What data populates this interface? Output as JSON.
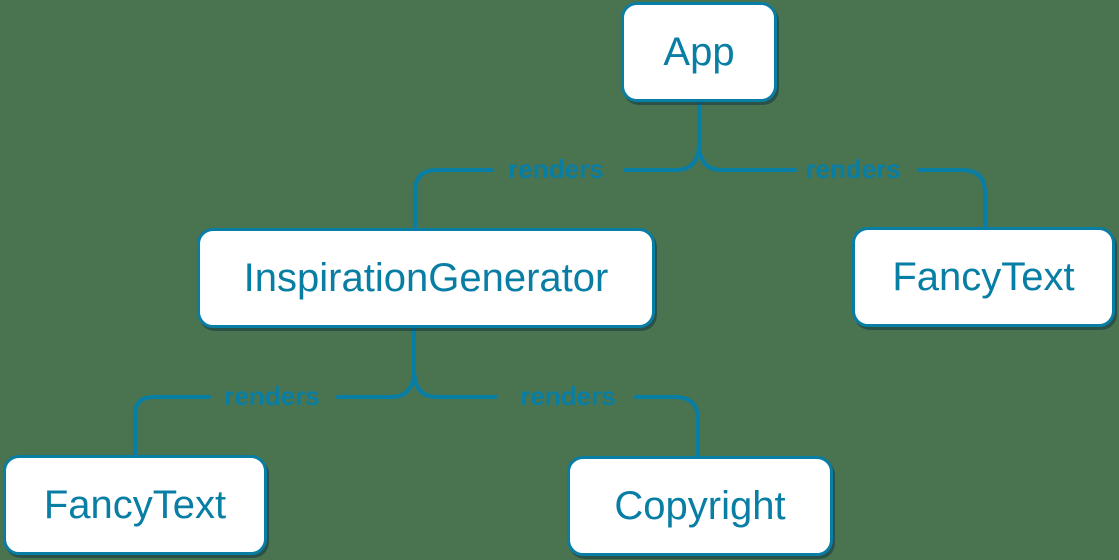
{
  "theme": {
    "background": "#4a7350",
    "accent": "#087ea4",
    "node_bg": "#ffffff",
    "shadow": "rgba(8,42,62,0.45)"
  },
  "diagram": {
    "nodes": [
      {
        "id": "app",
        "label": "App"
      },
      {
        "id": "inspiration-generator",
        "label": "InspirationGenerator"
      },
      {
        "id": "fancy-text-right",
        "label": "FancyText"
      },
      {
        "id": "fancy-text-left",
        "label": "FancyText"
      },
      {
        "id": "copyright",
        "label": "Copyright"
      }
    ],
    "edges": [
      {
        "from": "App",
        "to": "InspirationGenerator",
        "label": "renders"
      },
      {
        "from": "App",
        "to": "FancyText",
        "label": "renders"
      },
      {
        "from": "InspirationGenerator",
        "to": "FancyText",
        "label": "renders"
      },
      {
        "from": "InspirationGenerator",
        "to": "Copyright",
        "label": "renders"
      }
    ]
  }
}
